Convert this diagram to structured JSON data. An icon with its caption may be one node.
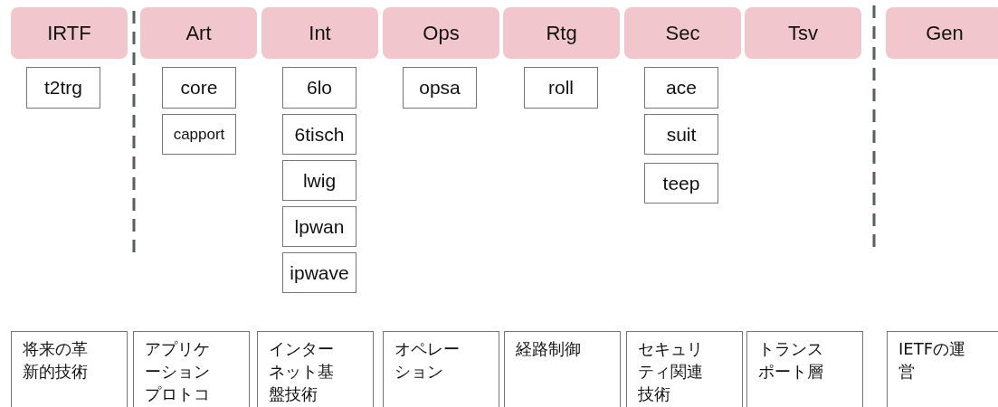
{
  "diagram": {
    "nodes": [
      {
        "text": [
          "IRTF"
        ]
      },
      {
        "text": [
          "Art"
        ]
      },
      {
        "text": [
          "Int"
        ]
      },
      {
        "text": [
          "Ops"
        ]
      },
      {
        "text": [
          "Rtg"
        ]
      },
      {
        "text": [
          "Sec"
        ]
      },
      {
        "text": [
          "Tsv"
        ]
      },
      {
        "text": [
          "Gen"
        ]
      },
      {
        "text": [
          "t2trg"
        ]
      },
      {
        "text": [
          "core"
        ]
      },
      {
        "text": [
          "6lo"
        ]
      },
      {
        "text": [
          "opsa"
        ]
      },
      {
        "text": [
          "roll"
        ]
      },
      {
        "text": [
          "ace"
        ]
      },
      {
        "text": [
          "capport"
        ]
      },
      {
        "text": [
          "6tisch"
        ]
      },
      {
        "text": [
          "suit"
        ]
      },
      {
        "text": [
          "lwig"
        ]
      },
      {
        "text": [
          "teep"
        ]
      },
      {
        "text": [
          "lpwan"
        ]
      },
      {
        "text": [
          "ipwave"
        ]
      },
      {
        "text": [
          "将来の革新的技術"
        ]
      },
      {
        "text": [
          "アプリケーションプロトコル"
        ]
      },
      {
        "text": [
          "インターネット基盤技術"
        ]
      },
      {
        "text": [
          "オペレーション"
        ]
      },
      {
        "text": [
          "経路制御"
        ]
      },
      {
        "text": [
          "セキュリティ関連技術"
        ]
      },
      {
        "text": [
          "トランスポート層"
        ]
      },
      {
        "text": [
          "IETFの運営"
        ]
      }
    ]
  }
}
